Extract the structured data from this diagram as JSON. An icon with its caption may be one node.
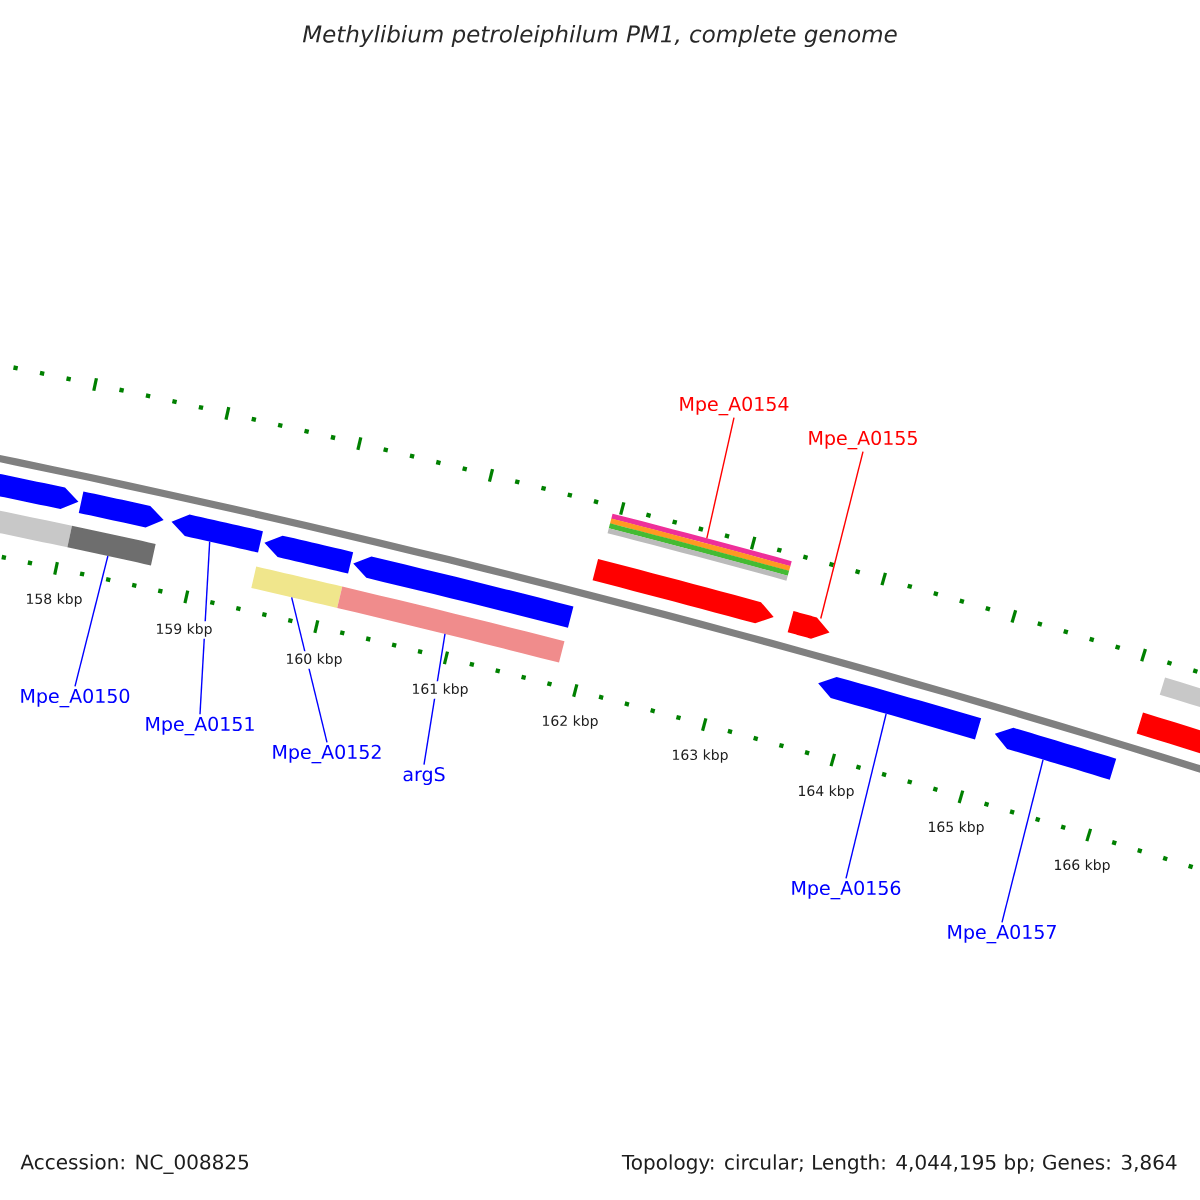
{
  "diagram": {
    "title": "Methylibium petroleiphilum PM1, complete genome",
    "nodes": [
      {
        "text": [
          "Mpe_A0150"
        ]
      },
      {
        "text": [
          "Mpe_A0151"
        ]
      },
      {
        "text": [
          "Mpe_A0152"
        ]
      },
      {
        "text": [
          "argS"
        ]
      },
      {
        "text": [
          "Mpe_A0154"
        ]
      },
      {
        "text": [
          "Mpe_A0155"
        ]
      },
      {
        "text": [
          "Mpe_A0156"
        ]
      },
      {
        "text": [
          "Mpe_A0157"
        ]
      },
      {
        "text": [],
        "shape": "pentagon"
      },
      {
        "text": [],
        "shape": "pentagon"
      },
      {
        "text": [],
        "shape": "pentagon"
      },
      {
        "text": [],
        "shape": "pentagon"
      },
      {
        "text": [],
        "shape": "pentagon"
      },
      {
        "text": [],
        "shape": "pentagon"
      },
      {
        "text": [],
        "shape": "pentagon"
      },
      {
        "text": [],
        "shape": "bar"
      },
      {
        "text": [],
        "shape": "bar"
      },
      {
        "text": [],
        "shape": "bar"
      },
      {
        "text": [],
        "shape": "bar"
      },
      {
        "text": [],
        "shape": "pentagon"
      },
      {
        "text": [],
        "shape": "pentagon"
      },
      {
        "text": [],
        "shape": "bar"
      },
      {
        "text": [],
        "shape": "bar"
      },
      {
        "text": [],
        "shape": "bar"
      },
      {
        "text": [],
        "shape": "bar"
      },
      {
        "text": [],
        "shape": "bar"
      },
      {
        "text": [],
        "shape": "bar"
      }
    ],
    "edges": [
      {
        "from": 0,
        "to": 16,
        "arrow": "none"
      },
      {
        "from": 1,
        "to": 10,
        "arrow": "none"
      },
      {
        "from": 2,
        "to": 17,
        "arrow": "none"
      },
      {
        "from": 3,
        "to": 18,
        "arrow": "none"
      },
      {
        "from": 4,
        "to": 22,
        "arrow": "none",
        "color": "#ff0000"
      },
      {
        "from": 5,
        "to": 20,
        "arrow": "none",
        "color": "#ff0000"
      },
      {
        "from": 6,
        "to": 13,
        "arrow": "none"
      },
      {
        "from": 7,
        "to": 14,
        "arrow": "none"
      }
    ],
    "labels": [
      "158 kbp",
      "159 kbp",
      "160 kbp",
      "161 kbp",
      "162 kbp",
      "163 kbp",
      "164 kbp",
      "165 kbp",
      "166 kbp",
      "Accession: NC_008825",
      "Topology: circular; Length: 4,044,195 bp; Genes: 3,864"
    ]
  }
}
